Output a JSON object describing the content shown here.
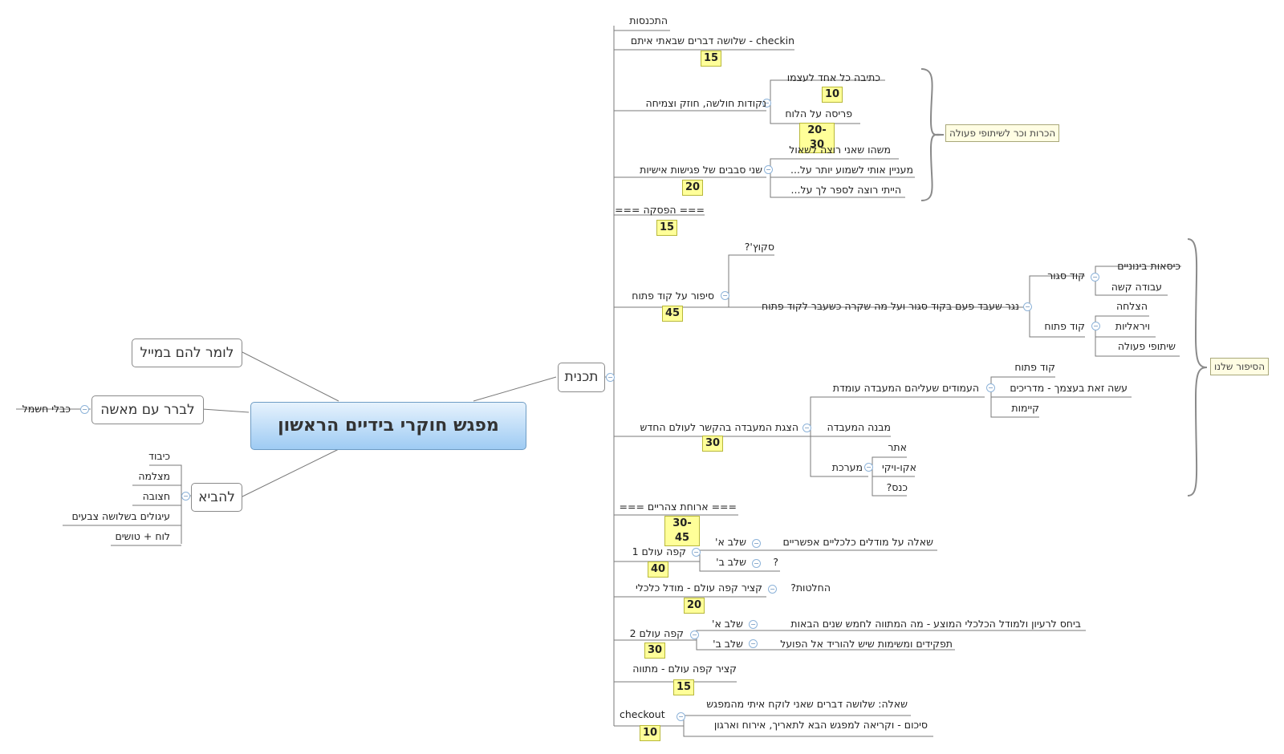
{
  "root": "מפגש חוקרי בידיים הראשון",
  "left_branches": {
    "email": "לומר להם במייל",
    "clarify": "לברר עם מאשה",
    "clarify_child": "כבלי חשמל",
    "bring": "להביא",
    "bring_items": [
      "כיבוד",
      "מצלמה",
      "חצובה",
      "עיגולים בשלושה צבעים",
      "לוח + טושים"
    ]
  },
  "plan": "תכנית",
  "items": {
    "intro": "התכנסות",
    "checkin": "checkin - שלושה דברים שבאתי איתם",
    "checkin_time": "15",
    "strengths": "נקודות חולשה, חוזק וצמיחה",
    "strengths_a": "כתיבה כל אחד לעצמו",
    "strengths_a_time": "10",
    "strengths_b": "פריסה על הלוח",
    "strengths_b_time": "20-30",
    "meetings": "שני סבבים של פגישות אישיות",
    "meetings_time": "20",
    "meetings_children": [
      "משהו שאני רוצה לשאול",
      "מעניין אותי לשמוע יותר על...",
      "הייתי רוצה לספר לך על..."
    ],
    "break1": "=== הפסקה ===",
    "break1_time": "15",
    "opencode": "סיפור על קוד פתוח",
    "opencode_time": "45",
    "opencode_q": "סקוץ'?",
    "carpenter": "נגר שעבד פעם בקוד סגור ועל מה שקרה כשעבר לקוד פתוח",
    "closed_code": "קוד סגור",
    "closed_children": [
      "כיסאות בינוניים",
      "עבודה קשה"
    ],
    "open_code": "קוד פתוח",
    "open_children": [
      "הצלחה",
      "ויראליות",
      "שיתופי פעולה"
    ],
    "lab": "הצגת המעבדה בהקשר לעולם החדש",
    "lab_time": "30",
    "pillars": "העמודים שעליהם המעבדה עומדת",
    "pillars_children": [
      "קוד פתוח",
      "עשה זאת בעצמך - מדריכים",
      "קיימות"
    ],
    "structure": "מבנה המעבדה",
    "system": "מערכת",
    "system_children": [
      "אתר",
      "אקו-ויקי",
      "כנס?"
    ],
    "lunch": "=== ארוחת צהריים ===",
    "lunch_time": "30-45",
    "cafe1": "קפה עולם 1",
    "cafe1_time": "40",
    "stage_a": "שלב א'",
    "stage_b": "שלב ב'",
    "cafe1_a_child": "שאלה על מודלים כלכליים אפשריים",
    "cafe1_b_child": "?",
    "summary1": "קציר קפה עולם - מודל כלכלי",
    "summary1_child": "החלטות?",
    "summary1_time": "20",
    "cafe2": "קפה עולם 2",
    "cafe2_time": "30",
    "cafe2_a_child": "ביחס לרעיון ולמודל הכלכלי המוצע - מה המתווה לחמש שנים הבאות",
    "cafe2_b_child": "תפקידים ומשימות שיש להוריד אל הפועל",
    "summary2": "קציר קפה עולם - מתווה",
    "summary2_time": "15",
    "checkout": "checkout",
    "checkout_time": "10",
    "checkout_children": [
      "שאלה: שלושה דברים שאני לוקח איתי מהמפגש",
      "סיכום - וקריאה למפגש הבא לתאריך, אירוח וארגון"
    ]
  },
  "notes": {
    "acquaintance": "הכרות וכר לשיתופי פעולה",
    "story": "הסיפור שלנו"
  },
  "colors": {
    "line": "#7a7a7a",
    "badge": "#ffff99",
    "root_top": "#e6f2fd",
    "root_bottom": "#9ecbf3",
    "note": "#fffde3"
  }
}
